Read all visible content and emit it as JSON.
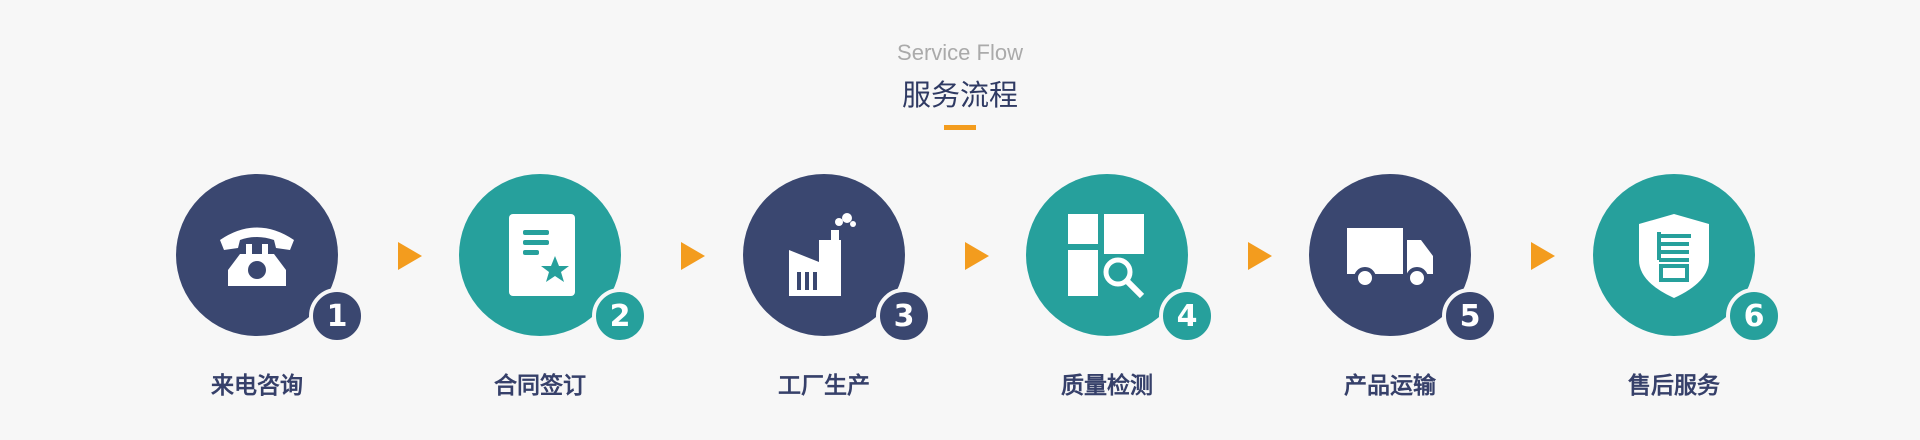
{
  "header": {
    "subtitle": "Service Flow",
    "title": "服务流程"
  },
  "colors": {
    "navy": "#3a4770",
    "teal": "#26a09c",
    "accent": "#f39c1e"
  },
  "steps": [
    {
      "number": "1",
      "label": "来电咨询",
      "icon": "telephone-icon",
      "color": "#3a4770"
    },
    {
      "number": "2",
      "label": "合同签订",
      "icon": "contract-icon",
      "color": "#26a09c"
    },
    {
      "number": "3",
      "label": "工厂生产",
      "icon": "factory-icon",
      "color": "#3a4770"
    },
    {
      "number": "4",
      "label": "质量检测",
      "icon": "inspection-icon",
      "color": "#26a09c"
    },
    {
      "number": "5",
      "label": "产品运输",
      "icon": "truck-icon",
      "color": "#3a4770"
    },
    {
      "number": "6",
      "label": "售后服务",
      "icon": "after-sales-shield-icon",
      "color": "#26a09c"
    }
  ]
}
